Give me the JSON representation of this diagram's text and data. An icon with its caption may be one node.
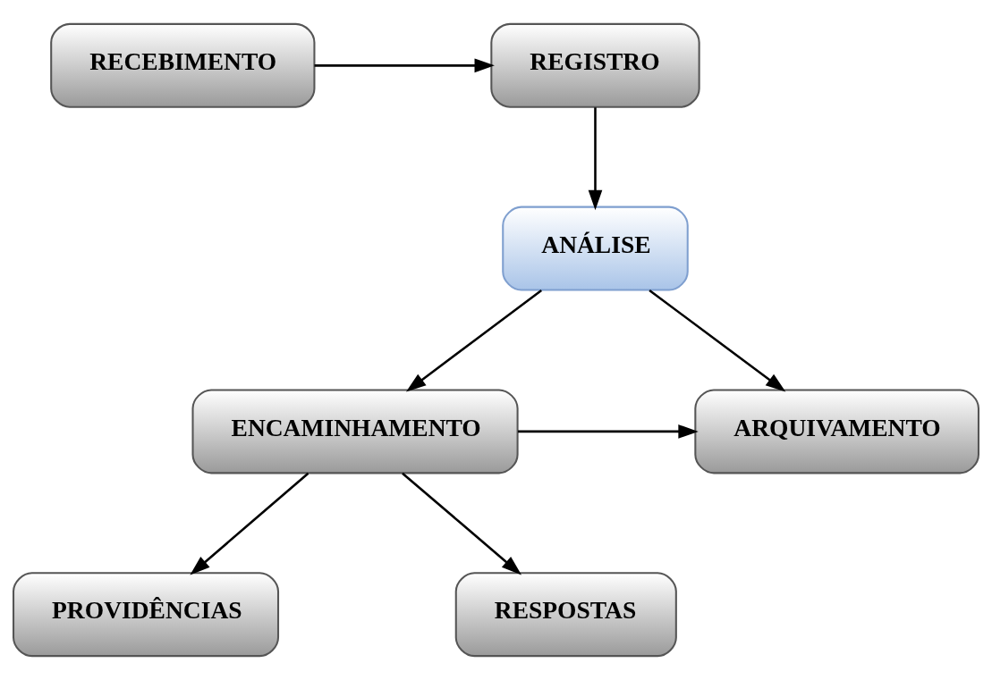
{
  "diagram": {
    "nodes": [
      {
        "text": [
          "RECEBIMENTO"
        ]
      },
      {
        "text": [
          "REGISTRO"
        ]
      },
      {
        "text": [
          "ANÁLISE"
        ]
      },
      {
        "text": [
          "ENCAMINHAMENTO"
        ]
      },
      {
        "text": [
          "ARQUIVAMENTO"
        ]
      },
      {
        "text": [
          "PROVIDÊNCIAS"
        ]
      },
      {
        "text": [
          "RESPOSTAS"
        ]
      }
    ],
    "edges": [
      {
        "from": 0,
        "to": 1,
        "arrow": "to"
      },
      {
        "from": 1,
        "to": 2,
        "arrow": "to"
      },
      {
        "from": 2,
        "to": 3,
        "arrow": "to"
      },
      {
        "from": 2,
        "to": 4,
        "arrow": "to"
      },
      {
        "from": 3,
        "to": 4,
        "arrow": "to"
      },
      {
        "from": 3,
        "to": 5,
        "arrow": "to"
      },
      {
        "from": 3,
        "to": 6,
        "arrow": "to"
      }
    ]
  }
}
